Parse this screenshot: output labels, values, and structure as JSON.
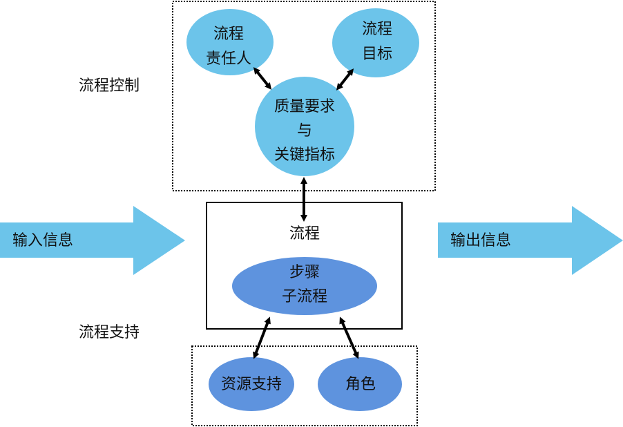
{
  "colors": {
    "light_blue": "#6cc4ea",
    "mid_blue": "#5e93de",
    "stroke": "#000000",
    "text": "#111111"
  },
  "side_labels": {
    "control": "流程控制",
    "support": "流程支持"
  },
  "control_group": {
    "owner": [
      "流程",
      "责任人"
    ],
    "goal": [
      "流程",
      "目标"
    ],
    "quality": [
      "质量要求",
      "与",
      "关键指标"
    ]
  },
  "process_box": {
    "title": "流程",
    "steps": [
      "步骤",
      "子流程"
    ]
  },
  "support_group": {
    "resources": "资源支持",
    "role": "角色"
  },
  "flow": {
    "input": "输入信息",
    "output": "输出信息"
  }
}
